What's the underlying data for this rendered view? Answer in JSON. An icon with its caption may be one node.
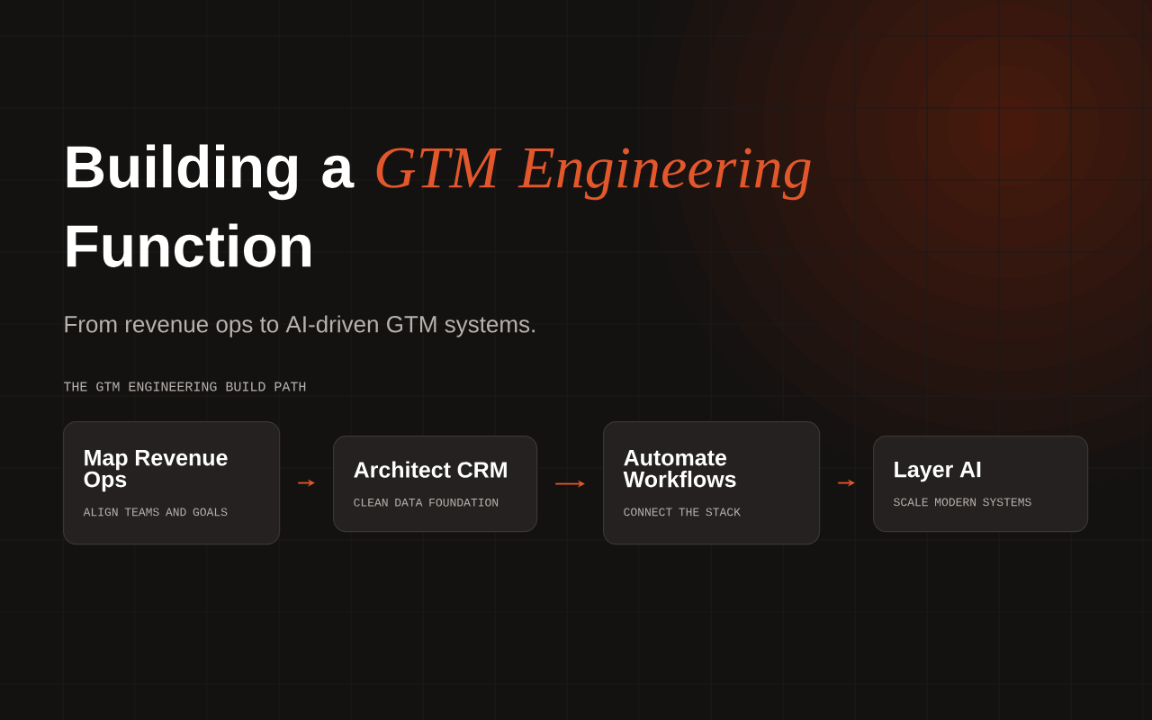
{
  "diagram": {
    "title": "Building a *GTM Engineering* Function",
    "nodes": [
      {
        "text": [
          "Map Revenue Ops",
          "ALIGN TEAMS AND GOALS"
        ]
      },
      {
        "text": [
          "Architect CRM",
          "CLEAN DATA FOUNDATION"
        ]
      },
      {
        "text": [
          "Automate Workflows",
          "CONNECT THE STACK"
        ]
      },
      {
        "text": [
          "Layer AI",
          "SCALE MODERN SYSTEMS"
        ]
      }
    ],
    "edges": [
      {
        "from": 0,
        "to": 1,
        "arrow": "to"
      },
      {
        "from": 1,
        "to": 2,
        "arrow": "to"
      },
      {
        "from": 2,
        "to": 3,
        "arrow": "to"
      }
    ],
    "labels": [
      "From revenue ops to AI-driven GTM systems.",
      "THE GTM ENGINEERING BUILD PATH"
    ]
  }
}
